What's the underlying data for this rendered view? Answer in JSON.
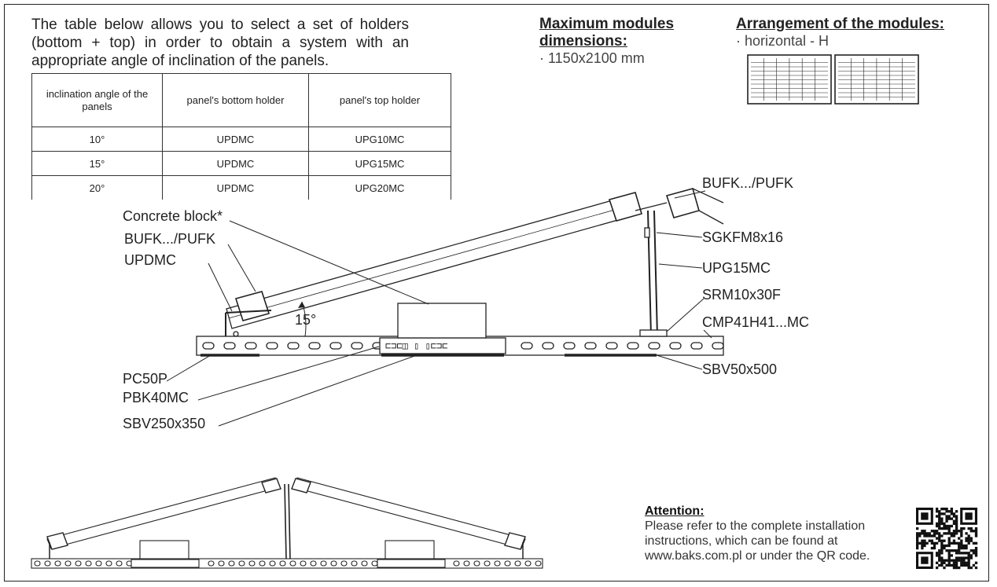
{
  "intro_text": "The table below allows you to select a set of holders (bottom + top) in order to obtain a system with an appropriate angle of inclination of the panels.",
  "table": {
    "headers": [
      "inclination angle of the panels",
      "panel's bottom holder",
      "panel's top holder"
    ],
    "rows": [
      [
        "10°",
        "UPDMC",
        "UPG10MC"
      ],
      [
        "15°",
        "UPDMC",
        "UPG15MC"
      ],
      [
        "20°",
        "UPDMC",
        "UPG20MC"
      ]
    ]
  },
  "max_dims": {
    "title": "Maximum modules dimensions:",
    "value": "· 1150x2100 mm"
  },
  "arrangement": {
    "title": "Arrangement of the modules:",
    "value": "· horizontal - H"
  },
  "diagram_labels": {
    "concrete_block": "Concrete block*",
    "bufk_left": "BUFK.../PUFK",
    "updmc": "UPDMC",
    "angle": "15°",
    "pc50p": "PC50P",
    "pbk40mc": "PBK40MC",
    "sbv250": "SBV250x350",
    "bufk_right": "BUFK.../PUFK",
    "sgkfm": "SGKFM8x16",
    "upg15mc": "UPG15MC",
    "srm": "SRM10x30F",
    "cmp": "CMP41H41...MC",
    "sbv50": "SBV50x500"
  },
  "attention": {
    "title": "Attention:",
    "lines": [
      "Please refer to the complete installation",
      "instructions, which can be found at",
      "www.baks.com.pl or under the QR code."
    ]
  },
  "colors": {
    "line": "#222222",
    "panel_fill": "#ffffff"
  }
}
